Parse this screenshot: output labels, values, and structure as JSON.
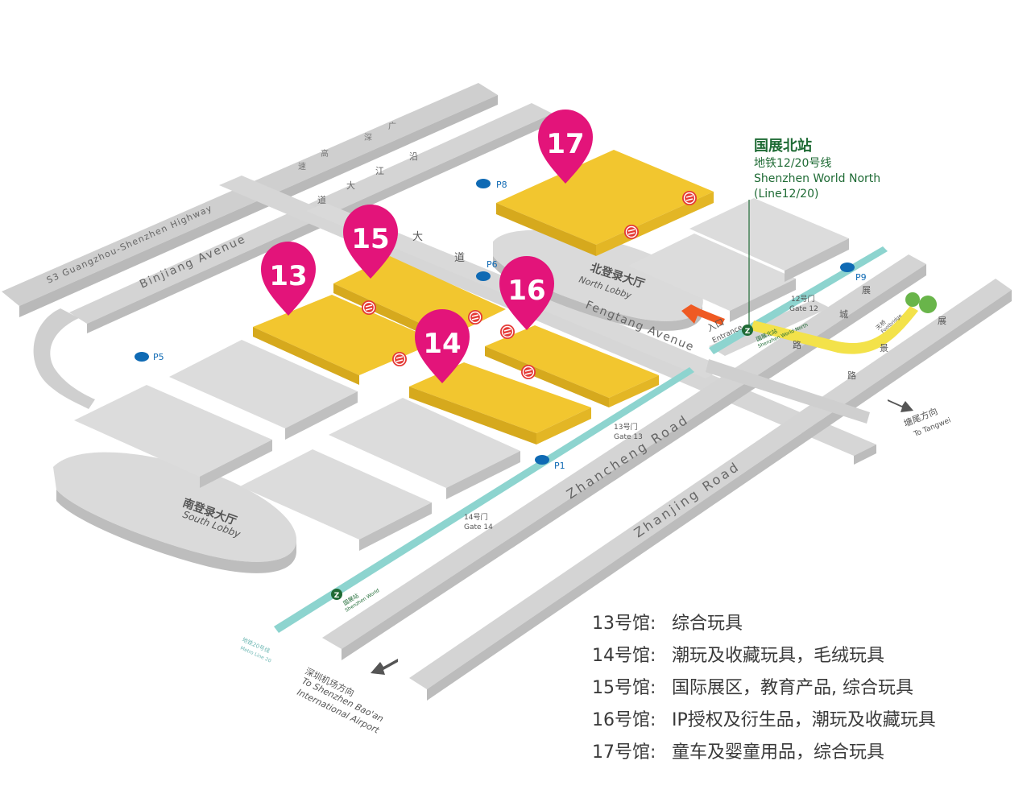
{
  "colors": {
    "road": "#d9d9d9",
    "road_edge": "#b7b7b7",
    "building": "#dcdcdc",
    "hall": "#f2c62f",
    "hall_edge": "#d4a71c",
    "pin": "#e3147a",
    "metro_line": "#8dd4cf",
    "station_green": "#1f6b35",
    "parking": "#0f6ab4",
    "footbridge": "#f3e24a",
    "arrow": "#ef5a23"
  },
  "halls": [
    {
      "id": "13",
      "label": "13"
    },
    {
      "id": "14",
      "label": "14"
    },
    {
      "id": "15",
      "label": "15"
    },
    {
      "id": "16",
      "label": "16"
    },
    {
      "id": "17",
      "label": "17"
    }
  ],
  "parking": [
    "P1",
    "P5",
    "P6",
    "P8",
    "P9"
  ],
  "roads": {
    "s3": "S3 Guangzhou-Shenzhen Highway",
    "binjiang": "Binjiang Avenue",
    "fengtang": "Fengtang Avenue",
    "zhancheng": "Zhancheng Road",
    "zhanjing": "Zhanjing Road",
    "fengtang_cn": [
      "大",
      "道"
    ],
    "highway_cn_a": [
      "广",
      "深",
      "高",
      "速"
    ],
    "highway_cn_b": [
      "沿",
      "江",
      "大",
      "道"
    ],
    "east_cn_a": [
      "展",
      "城",
      "路"
    ],
    "east_cn_b": [
      "展",
      "景",
      "路"
    ]
  },
  "lobbies": {
    "north_cn": "北登录大厅",
    "north_en": "North Lobby",
    "south_cn": "南登录大厅",
    "south_en": "South Lobby"
  },
  "gates": {
    "gate12_cn": "12号门",
    "gate12_en": "Gate 12",
    "gate13_cn": "13号门",
    "gate13_en": "Gate 13",
    "gate14_cn": "14号门",
    "gate14_en": "Gate 14"
  },
  "entrance": {
    "cn": "入口",
    "en": "Entrance"
  },
  "station_north": {
    "name_cn": "国展北站",
    "line_cn": "地铁12/20号线",
    "name_en": "Shenzhen World North",
    "line_en": "(Line12/20)"
  },
  "station_small_north": {
    "cn": "国展北站",
    "en": "Shenzhen World North"
  },
  "station_south": {
    "cn": "国展站",
    "en": "Shenzhen World"
  },
  "metro_south_label": {
    "cn": "地铁20号线",
    "en": "Metro Line 20"
  },
  "footbridge": {
    "cn": "天桥",
    "en": "Footbridge"
  },
  "directions": {
    "tangwei_cn": "塘尾方向",
    "tangwei_en": "To Tangwei",
    "airport_cn": "深圳机场方向",
    "airport_en1": "To Shenzhen Bao'an",
    "airport_en2": "International Airport"
  },
  "legend": [
    {
      "hall": "13号馆:",
      "desc": "综合玩具"
    },
    {
      "hall": "14号馆:",
      "desc": "潮玩及收藏玩具，毛绒玩具"
    },
    {
      "hall": "15号馆:",
      "desc": "国际展区，教育产品, 综合玩具"
    },
    {
      "hall": "16号馆:",
      "desc": "IP授权及衍生品，潮玩及收藏玩具"
    },
    {
      "hall": "17号馆:",
      "desc": "童车及婴童用品，综合玩具"
    }
  ]
}
